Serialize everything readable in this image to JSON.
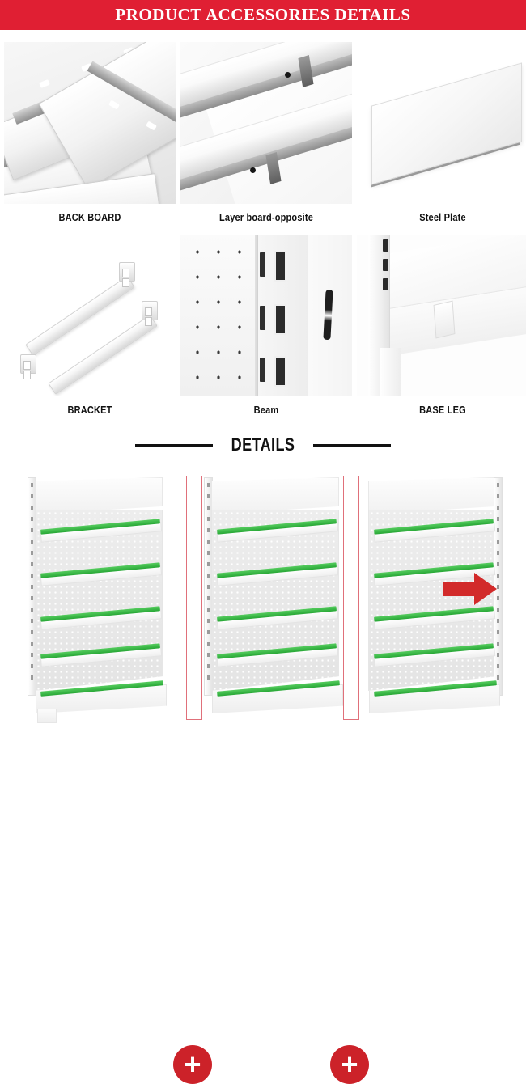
{
  "header": {
    "title": "PRODUCT ACCESSORIES DETAILS",
    "background_color": "#e01f33",
    "text_color": "#ffffff"
  },
  "accessories": {
    "rows": [
      [
        {
          "label": "BACK BOARD",
          "image": "stacked-slotted-back-boards-photo"
        },
        {
          "label": "Layer board-opposite",
          "image": "ribbed-layer-board-photo"
        },
        {
          "label": "Steel Plate",
          "image": "flat-steel-plate-photo"
        }
      ],
      [
        {
          "label": "BRACKET",
          "image": "pair-of-shelf-brackets-photo"
        },
        {
          "label": "Beam",
          "image": "perforated-beam-slot-photo"
        },
        {
          "label": "BASE LEG",
          "image": "base-leg-upright-photo"
        }
      ]
    ]
  },
  "details_section": {
    "heading": "DETAILS",
    "rule_color": "#111111"
  },
  "illustration": {
    "name": "gondola-shelving-expansion-diagram",
    "units": 3,
    "shelves_per_unit": 5,
    "shelf_accent_color": "#28a736",
    "connector_outline_color": "#e0707a",
    "badge_color": "#cc2229",
    "badge_symbol": "+",
    "badges": 2,
    "arrow_color": "#d22a2a",
    "arrow_direction": "right"
  }
}
